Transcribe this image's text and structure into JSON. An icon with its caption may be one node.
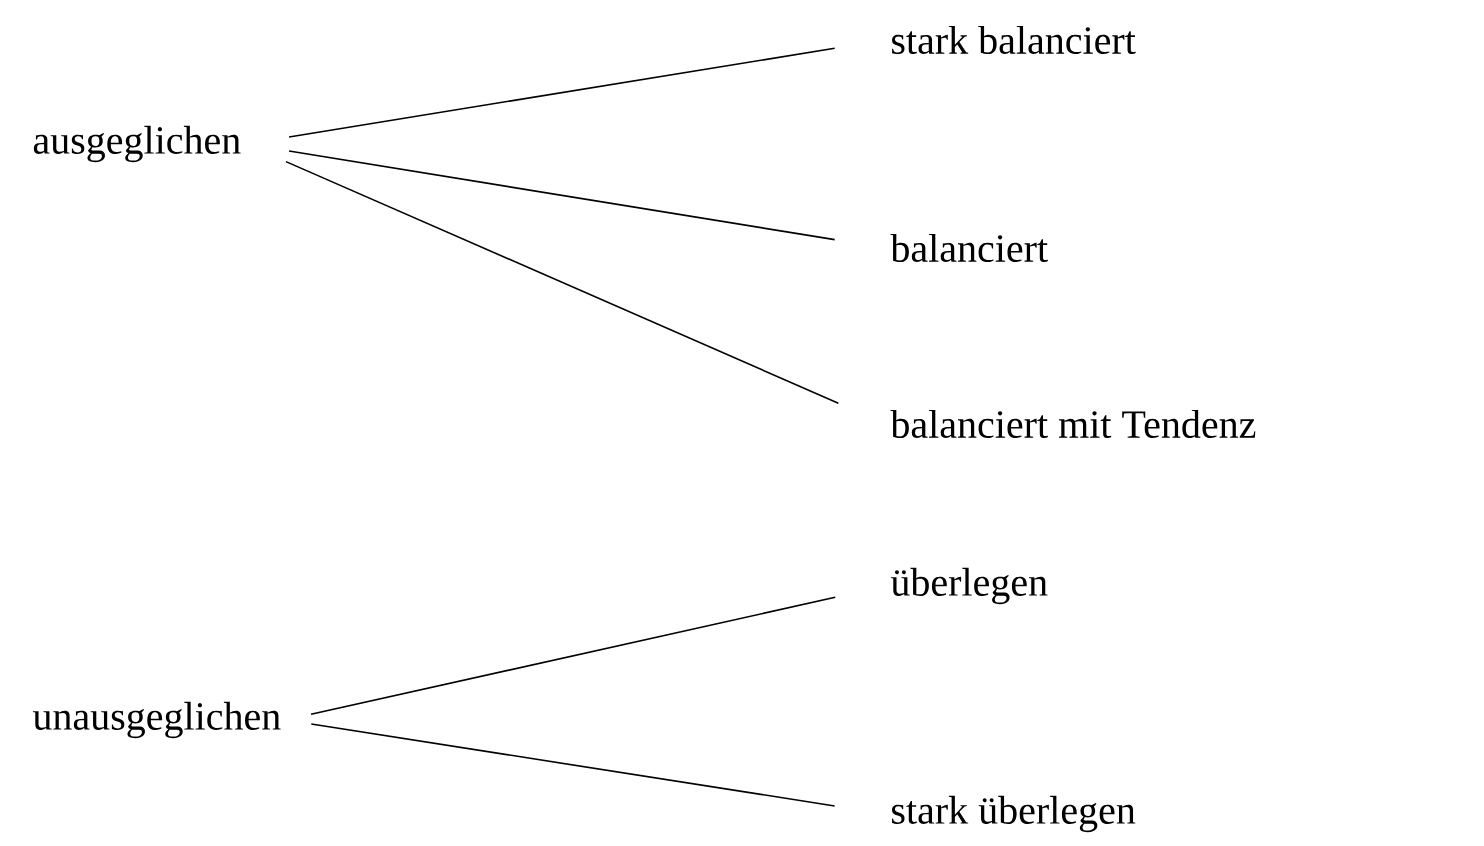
{
  "diagram": {
    "nodes": [
      {
        "text": [
          "ausgeglichen"
        ]
      },
      {
        "text": [
          "stark balanciert"
        ]
      },
      {
        "text": [
          "balanciert"
        ]
      },
      {
        "text": [
          "balanciert mit Tendenz"
        ]
      },
      {
        "text": [
          "unausgeglichen"
        ]
      },
      {
        "text": [
          "überlegen"
        ]
      },
      {
        "text": [
          "stark überlegen"
        ]
      }
    ],
    "edges": [
      {
        "from": 0,
        "to": 1,
        "arrow": "none"
      },
      {
        "from": 0,
        "to": 2,
        "arrow": "none"
      },
      {
        "from": 0,
        "to": 3,
        "arrow": "none"
      },
      {
        "from": 4,
        "to": 5,
        "arrow": "none"
      },
      {
        "from": 4,
        "to": 6,
        "arrow": "none"
      }
    ]
  }
}
